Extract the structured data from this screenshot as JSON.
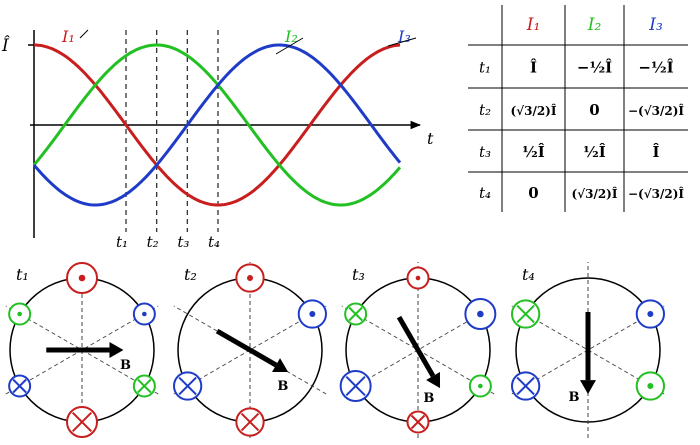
{
  "colors": {
    "i1": "#c81e1e",
    "i2": "#22c022",
    "i3": "#1e3cc8",
    "axis": "#000000",
    "arrow": "#000000",
    "dash": "#555555"
  },
  "plot": {
    "y_label": "Î",
    "x_label": "t",
    "series": [
      {
        "name": "I₁",
        "color_key": "i1",
        "phase_deg": 90
      },
      {
        "name": "I₂",
        "color_key": "i2",
        "phase_deg": -30
      },
      {
        "name": "I₃",
        "color_key": "i3",
        "phase_deg": 210
      }
    ],
    "time_markers": [
      {
        "label": "t₁",
        "phase_deg": 90
      },
      {
        "label": "t₂",
        "phase_deg": 120
      },
      {
        "label": "t₃",
        "phase_deg": 150
      },
      {
        "label": "t₄",
        "phase_deg": 180
      }
    ]
  },
  "table": {
    "headers": [
      "I₁",
      "I₂",
      "I₃"
    ],
    "rows": [
      {
        "label": "t₁",
        "cells": [
          "Î",
          "−½Î",
          "−½Î"
        ]
      },
      {
        "label": "t₂",
        "cells": [
          "(√3/2)Î",
          "0",
          "−(√3/2)Î"
        ]
      },
      {
        "label": "t₃",
        "cells": [
          "½Î",
          "½Î",
          "Î"
        ]
      },
      {
        "label": "t₄",
        "cells": [
          "0",
          "(√3/2)Î",
          "−(√3/2)Î"
        ]
      }
    ]
  },
  "field_diagrams": [
    {
      "label": "t₁",
      "b_label": "B",
      "b_angle_deg": 0,
      "b_length": 0.8,
      "conductors": [
        {
          "angle_deg": 90,
          "color_key": "i1",
          "symbol": "dot",
          "magnitude": 1.0
        },
        {
          "angle_deg": 270,
          "color_key": "i1",
          "symbol": "cross",
          "magnitude": 1.0
        },
        {
          "angle_deg": 30,
          "color_key": "i3",
          "symbol": "dot",
          "magnitude": 0.5
        },
        {
          "angle_deg": 210,
          "color_key": "i3",
          "symbol": "cross",
          "magnitude": 0.5
        },
        {
          "angle_deg": 150,
          "color_key": "i2",
          "symbol": "dot",
          "magnitude": 0.5
        },
        {
          "angle_deg": 330,
          "color_key": "i2",
          "symbol": "cross",
          "magnitude": 0.5
        }
      ]
    },
    {
      "label": "t₂",
      "b_label": "B",
      "b_angle_deg": -30,
      "b_length": 0.85,
      "conductors": [
        {
          "angle_deg": 90,
          "color_key": "i1",
          "symbol": "dot",
          "magnitude": 0.85
        },
        {
          "angle_deg": 270,
          "color_key": "i1",
          "symbol": "cross",
          "magnitude": 0.85
        },
        {
          "angle_deg": 30,
          "color_key": "i3",
          "symbol": "dot",
          "magnitude": 0.85
        },
        {
          "angle_deg": 210,
          "color_key": "i3",
          "symbol": "cross",
          "magnitude": 0.85
        }
      ]
    },
    {
      "label": "t₃",
      "b_label": "B",
      "b_angle_deg": -60,
      "b_length": 0.85,
      "conductors": [
        {
          "angle_deg": 90,
          "color_key": "i1",
          "symbol": "dot",
          "magnitude": 0.5
        },
        {
          "angle_deg": 270,
          "color_key": "i1",
          "symbol": "cross",
          "magnitude": 0.5
        },
        {
          "angle_deg": 30,
          "color_key": "i3",
          "symbol": "dot",
          "magnitude": 1.0
        },
        {
          "angle_deg": 210,
          "color_key": "i3",
          "symbol": "cross",
          "magnitude": 1.0
        },
        {
          "angle_deg": 150,
          "color_key": "i2",
          "symbol": "cross",
          "magnitude": 0.5
        },
        {
          "angle_deg": 330,
          "color_key": "i2",
          "symbol": "dot",
          "magnitude": 0.5
        }
      ]
    },
    {
      "label": "t₄",
      "b_label": "B",
      "b_angle_deg": -90,
      "b_length": 0.85,
      "conductors": [
        {
          "angle_deg": 30,
          "color_key": "i3",
          "symbol": "dot",
          "magnitude": 0.85
        },
        {
          "angle_deg": 210,
          "color_key": "i3",
          "symbol": "cross",
          "magnitude": 0.85
        },
        {
          "angle_deg": 150,
          "color_key": "i2",
          "symbol": "cross",
          "magnitude": 0.85
        },
        {
          "angle_deg": 330,
          "color_key": "i2",
          "symbol": "dot",
          "magnitude": 0.85
        }
      ]
    }
  ]
}
